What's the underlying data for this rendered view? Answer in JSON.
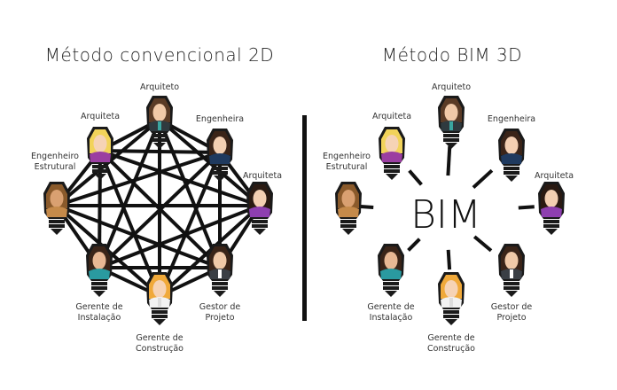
{
  "left": {
    "title": "Método convencional 2D",
    "people": [
      {
        "label": [
          "Arquiteto"
        ],
        "hair": "#5a3b26",
        "skin": "#f0c9a8",
        "body": "#2f3a3f",
        "accent": "#3aa6a0"
      },
      {
        "label": [
          "Arquiteta"
        ],
        "hair": "#f2d35a",
        "skin": "#f6d3b5",
        "body": "#9b3ea1",
        "accent": "#9b3ea1"
      },
      {
        "label": [
          "Engenheira"
        ],
        "hair": "#3a2418",
        "skin": "#f3cfb2",
        "body": "#1f3a5f",
        "accent": "#1f3a5f"
      },
      {
        "label": [
          "Engenheiro",
          "Estrutural"
        ],
        "hair": "#8a5a2b",
        "skin": "#d9a071",
        "body": "#c58a4a",
        "accent": "#c58a4a"
      },
      {
        "label": [
          "Arquiteta"
        ],
        "hair": "#2a1a12",
        "skin": "#f3cfb2",
        "body": "#8e3fb0",
        "accent": "#8e3fb0"
      },
      {
        "label": [
          "Gerente de",
          "Instalação"
        ],
        "hair": "#3a2418",
        "skin": "#e8b894",
        "body": "#2a9aa0",
        "accent": "#2a9aa0"
      },
      {
        "label": [
          "Gestor de",
          "Projeto"
        ],
        "hair": "#3a2418",
        "skin": "#f0c9a8",
        "body": "#3a3f45",
        "accent": "#ffffff"
      },
      {
        "label": [
          "Gerente de",
          "Construção"
        ],
        "hair": "#f0a93a",
        "skin": "#f6d3b5",
        "body": "#f2f2f2",
        "accent": "#dddddd"
      }
    ]
  },
  "right": {
    "title": "Método BIM 3D",
    "center_label": "BIM",
    "people": [
      {
        "label": [
          "Arquiteto"
        ],
        "hair": "#5a3b26",
        "skin": "#f0c9a8",
        "body": "#2f3a3f",
        "accent": "#3aa6a0"
      },
      {
        "label": [
          "Arquiteta"
        ],
        "hair": "#f2d35a",
        "skin": "#f6d3b5",
        "body": "#9b3ea1",
        "accent": "#9b3ea1"
      },
      {
        "label": [
          "Engenheira"
        ],
        "hair": "#3a2418",
        "skin": "#f3cfb2",
        "body": "#1f3a5f",
        "accent": "#1f3a5f"
      },
      {
        "label": [
          "Engenheiro",
          "Estrutural"
        ],
        "hair": "#8a5a2b",
        "skin": "#d9a071",
        "body": "#c58a4a",
        "accent": "#c58a4a"
      },
      {
        "label": [
          "Arquiteta"
        ],
        "hair": "#2a1a12",
        "skin": "#f3cfb2",
        "body": "#8e3fb0",
        "accent": "#8e3fb0"
      },
      {
        "label": [
          "Gerente de",
          "Instalação"
        ],
        "hair": "#3a2418",
        "skin": "#e8b894",
        "body": "#2a9aa0",
        "accent": "#2a9aa0"
      },
      {
        "label": [
          "Gestor de",
          "Projeto"
        ],
        "hair": "#3a2418",
        "skin": "#f0c9a8",
        "body": "#3a3f45",
        "accent": "#ffffff"
      },
      {
        "label": [
          "Gerente de",
          "Construção"
        ],
        "hair": "#f0a93a",
        "skin": "#f6d3b5",
        "body": "#f2f2f2",
        "accent": "#dddddd"
      }
    ]
  }
}
